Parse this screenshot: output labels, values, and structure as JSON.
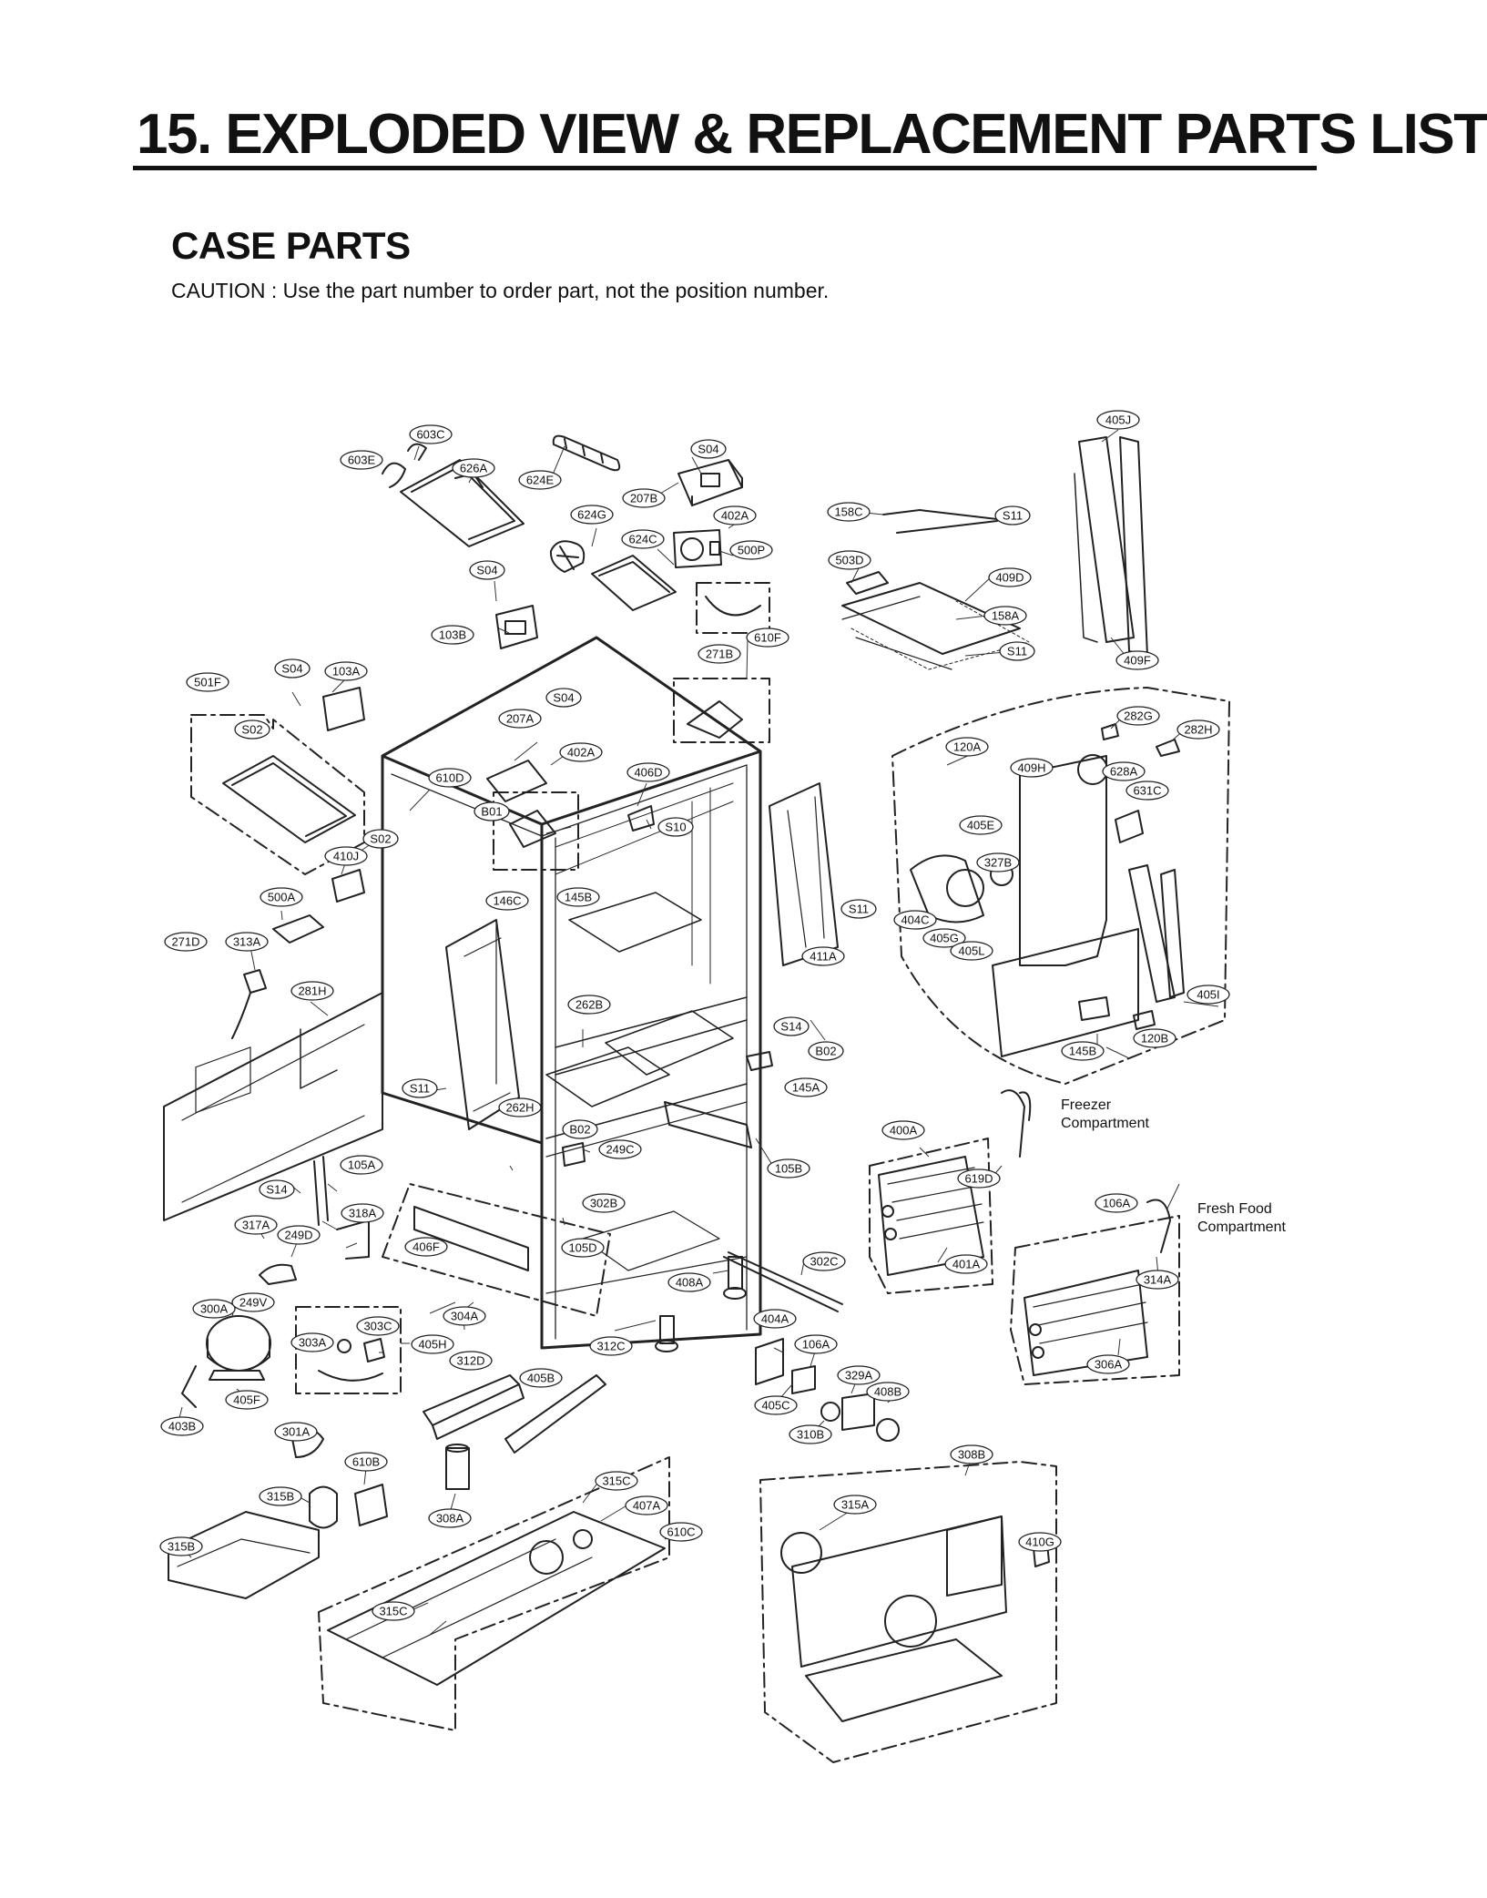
{
  "header": {
    "title": "15. EXPLODED VIEW & REPLACEMENT PARTS LIST",
    "section": "CASE PARTS",
    "caution": "CAUTION : Use the part number to order part, not the position number."
  },
  "compartments": {
    "freezer": [
      "Freezer",
      "Compartment"
    ],
    "fresh_food": [
      "Fresh Food",
      "Compartment"
    ]
  },
  "callouts": [
    "603C",
    "603E",
    "626A",
    "624E",
    "S04",
    "207B",
    "402A",
    "624G",
    "624C",
    "500P",
    "S04",
    "103B",
    "158C",
    "S11",
    "503D",
    "409D",
    "158A",
    "S11",
    "405J",
    "409F",
    "610F",
    "501F",
    "S04",
    "103A",
    "S02",
    "S04",
    "207A",
    "402A",
    "610D",
    "B01",
    "271B",
    "406D",
    "S10",
    "S02",
    "410J",
    "120A",
    "282G",
    "282H",
    "409H",
    "628A",
    "631C",
    "405E",
    "327B",
    "404C",
    "405G",
    "405L",
    "500A",
    "271D",
    "146C",
    "145B",
    "S11",
    "411A",
    "313A",
    "281H",
    "262B",
    "S14",
    "B02",
    "145A",
    "405I",
    "120B",
    "145B",
    "S11",
    "262H",
    "B02",
    "249C",
    "105B",
    "105A",
    "S14",
    "302B",
    "400A",
    "619D",
    "318A",
    "317A",
    "249D",
    "406F",
    "105D",
    "302C",
    "106A",
    "408A",
    "401A",
    "314A",
    "300A",
    "249V",
    "304A",
    "303C",
    "303A",
    "405H",
    "404A",
    "106A",
    "312C",
    "312D",
    "405B",
    "329A",
    "408B",
    "306A",
    "405F",
    "405C",
    "310B",
    "403B",
    "301A",
    "610B",
    "308B",
    "315B",
    "315C",
    "407A",
    "315A",
    "610C",
    "410G",
    "308A",
    "315B",
    "315C"
  ]
}
